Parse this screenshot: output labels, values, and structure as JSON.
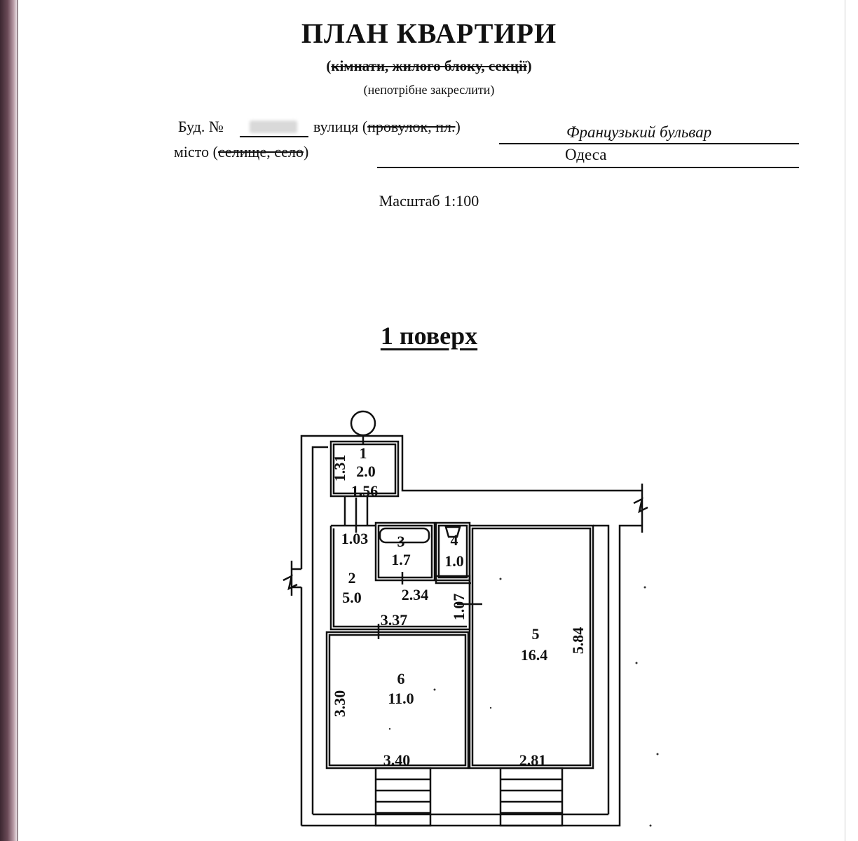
{
  "header": {
    "title": "ПЛАН КВАРТИРИ",
    "subtitle": "(кімнати, жилого блоку, секції)",
    "subtitle_inner": "кімнати, жилого блоку, секції",
    "note": "(непотрібне закреслити)"
  },
  "address": {
    "building_label": "Буд. №",
    "street_label": "вулиця (",
    "street_label_struck": "провулок, пл.",
    "street_label_close": ")",
    "street_value": "Французький бульвар",
    "city_label": "місто (",
    "city_label_struck": "селище, село",
    "city_label_close": ")",
    "city_value": "Одеса"
  },
  "scale": "Масштаб 1:100",
  "floor_title": "1 поверх",
  "rooms": [
    {
      "number": "1",
      "area": "2.0"
    },
    {
      "number": "2",
      "area": "5.0"
    },
    {
      "number": "3",
      "area": "1.7"
    },
    {
      "number": "4",
      "area": "1.0"
    },
    {
      "number": "5",
      "area": "16.4"
    },
    {
      "number": "6",
      "area": "11.0"
    }
  ],
  "dimensions": {
    "d1_height": "1.31",
    "d1_width": "1.56",
    "d2_a": "1.03",
    "d3_width": "2.34",
    "d4_height": "1.07",
    "d2_width": "3.37",
    "d5_height": "5.84",
    "d6_height": "3.30",
    "d6_width": "3.40",
    "d5_width": "2.81"
  }
}
